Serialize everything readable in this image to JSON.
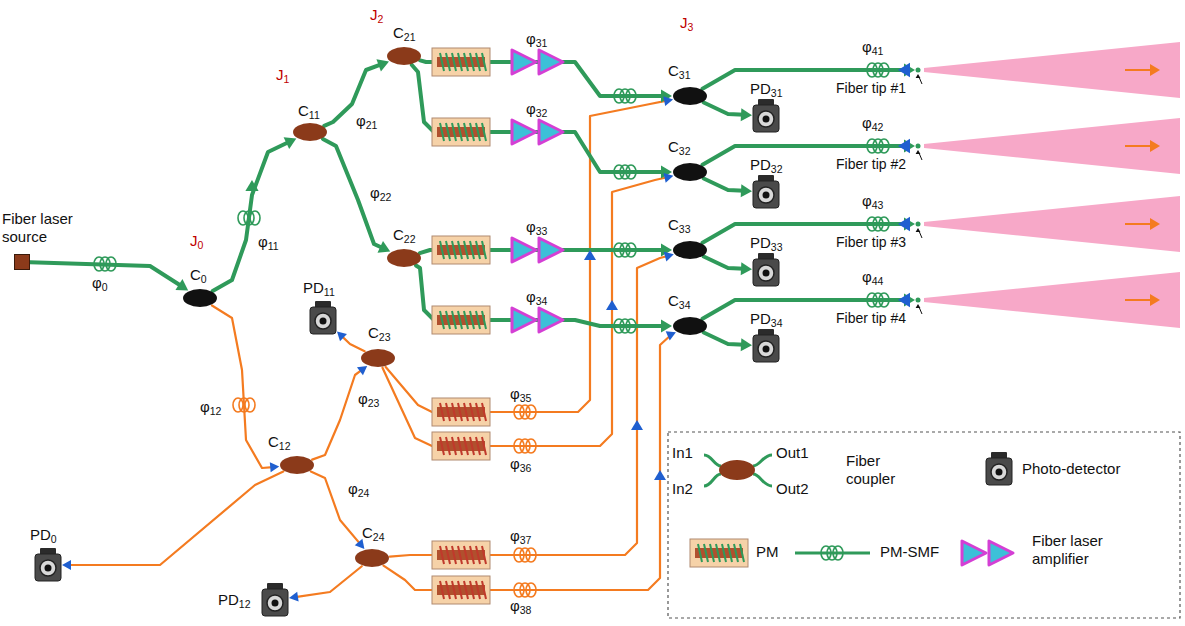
{
  "diagram": {
    "nodes": [
      {
        "text": [
          "Fiber laser source"
        ]
      },
      {
        "text": [
          "C0"
        ]
      },
      {
        "text": [
          "C11"
        ]
      },
      {
        "text": [
          "C12"
        ]
      },
      {
        "text": [
          "C21"
        ]
      },
      {
        "text": [
          "C22"
        ]
      },
      {
        "text": [
          "C23"
        ]
      },
      {
        "text": [
          "C24"
        ]
      },
      {
        "text": [
          "C31"
        ]
      },
      {
        "text": [
          "C32"
        ]
      },
      {
        "text": [
          "C33"
        ]
      },
      {
        "text": [
          "C34"
        ]
      },
      {
        "text": [
          "PD0"
        ]
      },
      {
        "text": [
          "PD11"
        ]
      },
      {
        "text": [
          "PD12"
        ]
      },
      {
        "text": [
          "PD31"
        ]
      },
      {
        "text": [
          "PD32"
        ]
      },
      {
        "text": [
          "PD33"
        ]
      },
      {
        "text": [
          "PD34"
        ]
      },
      {
        "text": [
          "Fiber tip #1"
        ]
      },
      {
        "text": [
          "Fiber tip #2"
        ]
      },
      {
        "text": [
          "Fiber tip #3"
        ]
      },
      {
        "text": [
          "Fiber tip #4"
        ]
      }
    ],
    "edges": [
      {
        "from": 0,
        "to": 1,
        "arrow": "to",
        "label": "φ0"
      },
      {
        "from": 1,
        "to": 2,
        "arrow": "to",
        "label": "φ11"
      },
      {
        "from": 1,
        "to": 3,
        "arrow": "to",
        "label": "φ12"
      },
      {
        "from": 2,
        "to": 4,
        "arrow": "to",
        "label": "φ21"
      },
      {
        "from": 2,
        "to": 5,
        "arrow": "to",
        "label": "φ22"
      },
      {
        "from": 4,
        "to": 8,
        "arrow": "to",
        "label": "φ31"
      },
      {
        "from": 4,
        "to": 9,
        "arrow": "to",
        "label": "φ32"
      },
      {
        "from": 5,
        "to": 10,
        "arrow": "to",
        "label": "φ33"
      },
      {
        "from": 5,
        "to": 11,
        "arrow": "to",
        "label": "φ34"
      },
      {
        "from": 8,
        "to": 19,
        "arrow": "to",
        "label": "φ41"
      },
      {
        "from": 9,
        "to": 20,
        "arrow": "to",
        "label": "φ42"
      },
      {
        "from": 10,
        "to": 21,
        "arrow": "to",
        "label": "φ43"
      },
      {
        "from": 11,
        "to": 22,
        "arrow": "to",
        "label": "φ44"
      },
      {
        "from": 8,
        "to": 15,
        "arrow": "to"
      },
      {
        "from": 9,
        "to": 16,
        "arrow": "to"
      },
      {
        "from": 10,
        "to": 17,
        "arrow": "to"
      },
      {
        "from": 11,
        "to": 18,
        "arrow": "to"
      },
      {
        "from": 3,
        "to": 12,
        "arrow": "to"
      },
      {
        "from": 3,
        "to": 6,
        "arrow": "to",
        "label": "φ23"
      },
      {
        "from": 3,
        "to": 7,
        "arrow": "to",
        "label": "φ24"
      },
      {
        "from": 6,
        "to": 13,
        "arrow": "to"
      },
      {
        "from": 7,
        "to": 14,
        "arrow": "to"
      },
      {
        "from": 6,
        "to": 8,
        "arrow": "to",
        "label": "φ35"
      },
      {
        "from": 6,
        "to": 9,
        "arrow": "to",
        "label": "φ36"
      },
      {
        "from": 7,
        "to": 10,
        "arrow": "to",
        "label": "φ37"
      },
      {
        "from": 7,
        "to": 11,
        "arrow": "to",
        "label": "φ38"
      }
    ],
    "labels": [
      "J0",
      "J1",
      "J2",
      "J3",
      "In1",
      "In2",
      "Out1",
      "Out2"
    ],
    "legend": [
      {
        "text": "Fiber coupler"
      },
      {
        "text": "Photo-detector"
      },
      {
        "text": "PM"
      },
      {
        "text": "PM-SMF"
      },
      {
        "text": "Fiber laser amplifier"
      }
    ]
  }
}
